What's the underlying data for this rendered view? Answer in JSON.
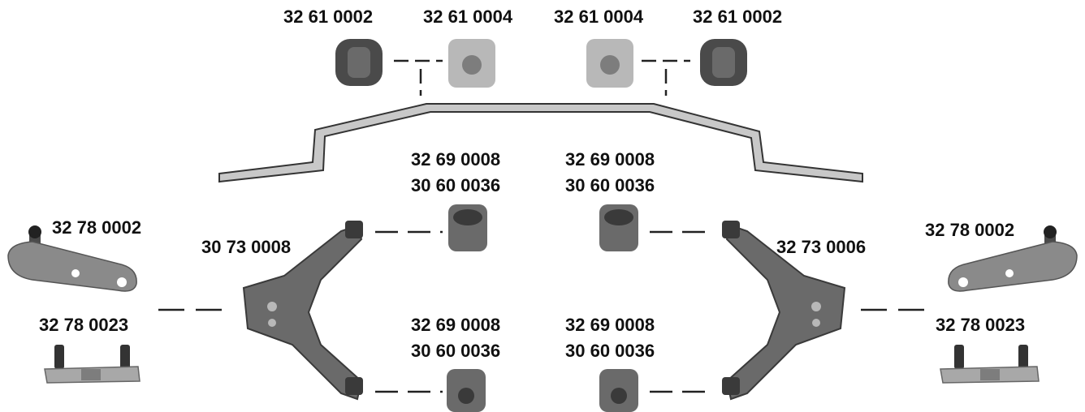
{
  "colors": {
    "part_dark": "#4a4a4a",
    "part_mid": "#7d7d7d",
    "part_light": "#b8b8b8",
    "line": "#222222",
    "bar_fill": "#c8c8c8"
  },
  "stabilizer_bushings": [
    {
      "part": "32 61 0002"
    },
    {
      "part": "32 61 0004"
    },
    {
      "part": "32 61 0004"
    },
    {
      "part": "32 61 0002"
    }
  ],
  "control_arm_bushings": {
    "top_left": {
      "line1": "32 69 0008",
      "line2": "30 60 0036"
    },
    "top_right": {
      "line1": "32 69 0008",
      "line2": "30 60 0036"
    },
    "bottom_left": {
      "line1": "32 69 0008",
      "line2": "30 60 0036"
    },
    "bottom_right": {
      "line1": "32 69 0008",
      "line2": "30 60 0036"
    }
  },
  "control_arms": {
    "left": "30 73 0008",
    "right": "32 73 0006"
  },
  "ball_joints": {
    "left": "32 78 0002",
    "right": "32 78 0002"
  },
  "mount_plates": {
    "left": "32 78 0023",
    "right": "32 78 0023"
  }
}
